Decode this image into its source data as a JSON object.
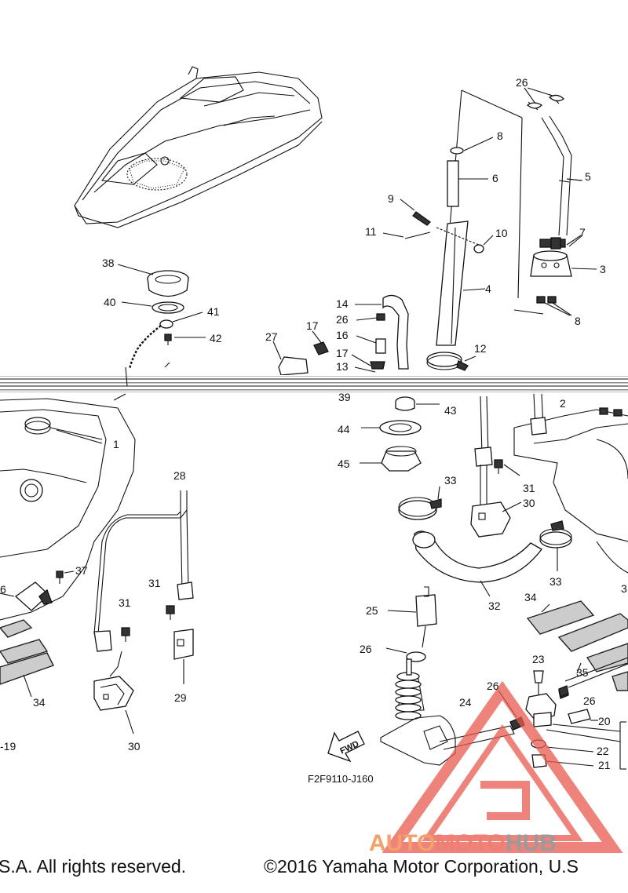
{
  "diagram_code": "F2F9110-J160",
  "fwd_label": "FWD",
  "copyright_left": "S.A. All rights reserved.",
  "copyright_right": "©2016 Yamaha Motor Corporation, U.S",
  "watermark": {
    "auto": "AUTO",
    "moto": "MOTO",
    "hub": "HUB",
    "colors": {
      "auto": "#f5a06b",
      "moto": "#f27e72",
      "hub": "#9b9b9b",
      "triangle": "#e85a4f"
    }
  },
  "callouts": {
    "n1": "1",
    "n2": "2",
    "n3": "3",
    "n4": "4",
    "n5": "5",
    "n6": "6",
    "n6b": "6",
    "n7": "7",
    "n8a": "8",
    "n8b": "8",
    "n9": "9",
    "n10": "10",
    "n11": "11",
    "n12": "12",
    "n13": "13",
    "n14": "14",
    "n16": "16",
    "n17a": "17",
    "n17b": "17",
    "n19": "-19",
    "n20": "20",
    "n21": "21",
    "n22": "22",
    "n23": "23",
    "n24": "24",
    "n25": "25",
    "n26a": "26",
    "n26b": "26",
    "n26c": "26",
    "n26d": "26",
    "n26e": "26",
    "n27": "27",
    "n28": "28",
    "n29": "29",
    "n30a": "30",
    "n30b": "30",
    "n31a": "31",
    "n31b": "31",
    "n31c": "31",
    "n32": "32",
    "n33a": "33",
    "n33b": "33",
    "n34a": "34",
    "n34b": "34",
    "n35": "35",
    "n36": "3",
    "n37": "37",
    "n38": "38",
    "n39": "39",
    "n40": "40",
    "n41": "41",
    "n42": "42",
    "n43": "43",
    "n44": "44",
    "n45": "45"
  }
}
